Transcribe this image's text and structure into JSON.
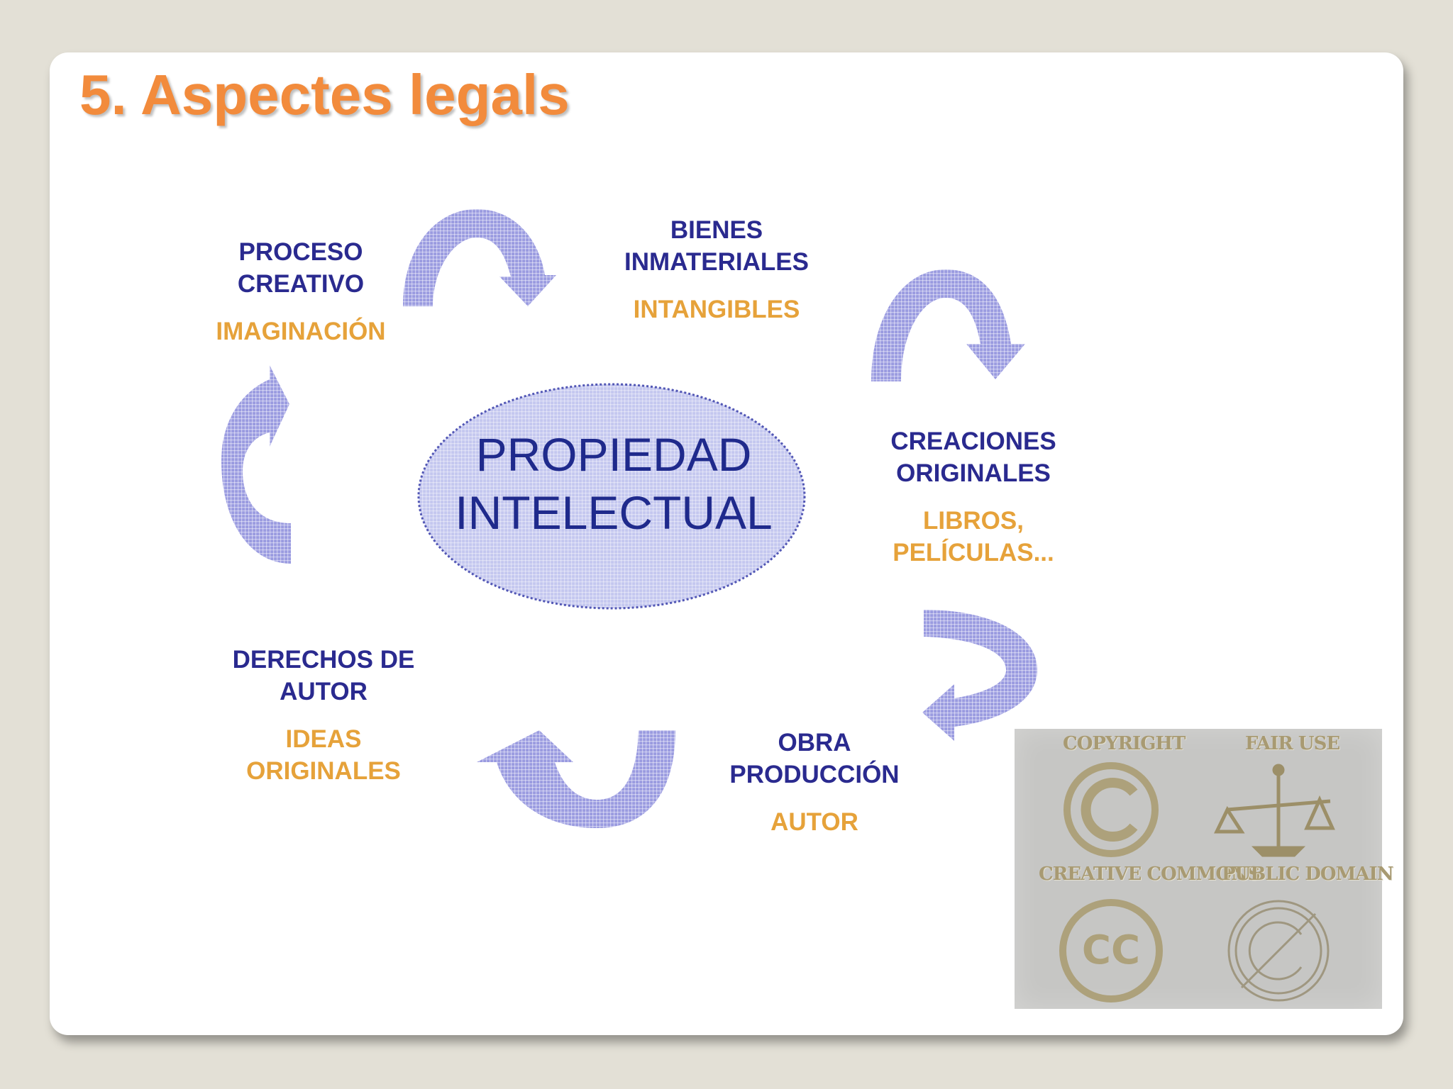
{
  "title": "5. Aspectes legals",
  "diagram": {
    "center": {
      "line1": "PROPIEDAD",
      "line2": "INTELECTUAL"
    },
    "nodes": [
      {
        "id": "proceso",
        "title": [
          "PROCESO",
          "CREATIVO"
        ],
        "subtitle": [
          "IMAGINACIÓN"
        ]
      },
      {
        "id": "bienes",
        "title": [
          "BIENES",
          "INMATERIALES"
        ],
        "subtitle": [
          "INTANGIBLES"
        ]
      },
      {
        "id": "creaciones",
        "title": [
          "CREACIONES",
          "ORIGINALES"
        ],
        "subtitle": [
          "LIBROS,",
          "PELÍCULAS..."
        ]
      },
      {
        "id": "obra",
        "title": [
          "OBRA",
          "PRODUCCIÓN"
        ],
        "subtitle": [
          "AUTOR"
        ]
      },
      {
        "id": "derechos",
        "title": [
          "DERECHOS DE",
          "AUTOR"
        ],
        "subtitle": [
          "IDEAS",
          "ORIGINALES"
        ]
      }
    ]
  },
  "licenses": {
    "copyright": "COPYRIGHT",
    "fair_use": "FAIR USE",
    "creative_commons": "CREATIVE COMMONS",
    "public_domain": "PUBLIC DOMAIN",
    "cc_symbol": "CC"
  },
  "colors": {
    "title": "#f28b3c",
    "node_title": "#2a2a8f",
    "node_subtitle": "#e6a23a",
    "arrow": "#8f90dc",
    "ellipse": "#c3c7ee"
  }
}
